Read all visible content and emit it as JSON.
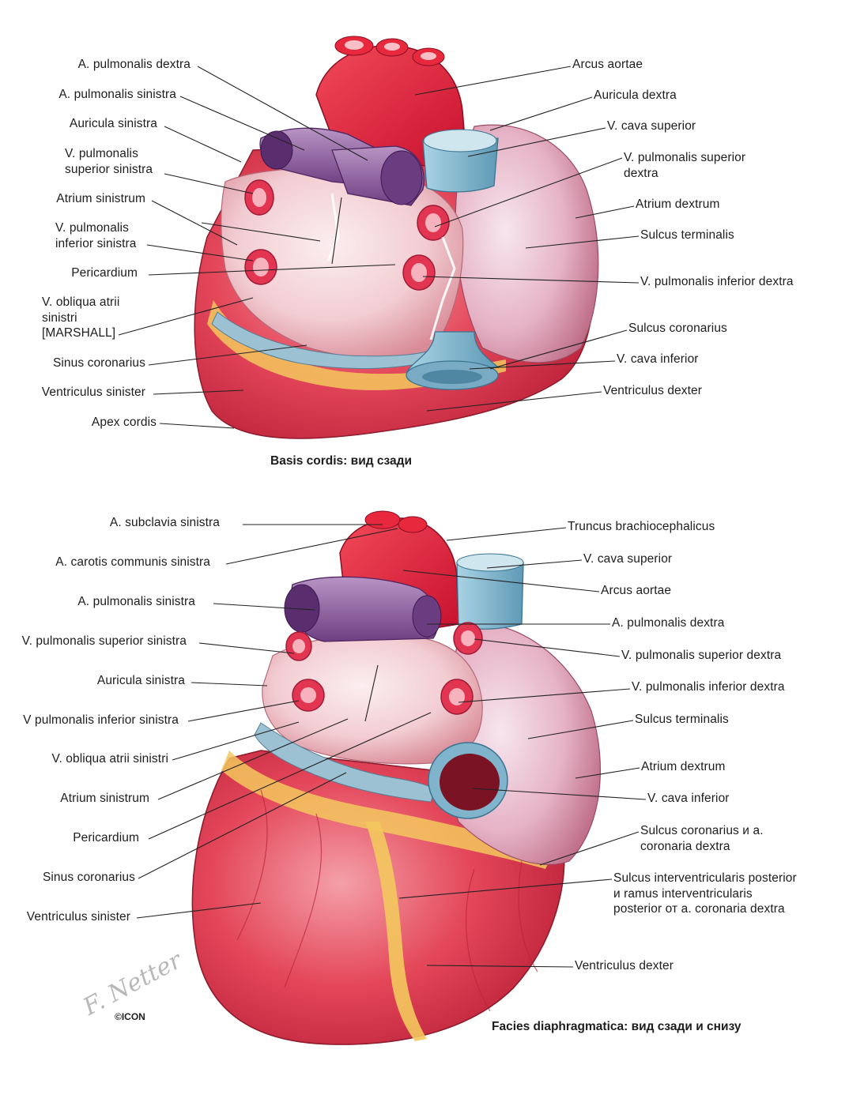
{
  "top": {
    "caption_bold": "Basis cordis:",
    "caption_rest": " вид сзади",
    "left_labels": [
      "A. pulmonalis dextra",
      "A. pulmonalis sinistra",
      "Auricula sinistra",
      "V. pulmonalis\nsuperior sinistra",
      "Atrium sinistrum",
      "V. pulmonalis\ninferior sinistra",
      "Pericardium",
      "V. obliqua atrii\nsinistri\n[MARSHALL]",
      "Sinus coronarius",
      "Ventriculus sinister",
      "Apex cordis"
    ],
    "right_labels": [
      "Arcus aortae",
      "Auricula dextra",
      "V. cava superior",
      "V. pulmonalis superior\ndextra",
      "Atrium dextrum",
      "Sulcus terminalis",
      "V. pulmonalis inferior dextra",
      "Sulcus coronarius",
      "V. cava inferior",
      "Ventriculus dexter"
    ]
  },
  "bottom": {
    "caption_bold": "Facies diaphragmatica:",
    "caption_rest": " вид сзади и снизу",
    "left_labels": [
      "A. subclavia sinistra",
      "A. carotis communis sinistra",
      "A. pulmonalis sinistra",
      "V. pulmonalis superior sinistra",
      "Auricula sinistra",
      "V pulmonalis inferior sinistra",
      "V. obliqua atrii sinistri",
      "Atrium sinistrum",
      "Pericardium",
      "Sinus coronarius",
      "Ventriculus sinister"
    ],
    "right_labels": [
      "Truncus brachiocephalicus",
      "V. cava superior",
      "Arcus aortae",
      "A. pulmonalis dextra",
      "V. pulmonalis superior dextra",
      "V. pulmonalis inferior dextra",
      "Sulcus terminalis",
      "Atrium dextrum",
      "V. cava inferior",
      "Sulcus coronarius и a.\ncoronaria dextra",
      "Sulcus interventricularis posterior\nи ramus interventricularis\nposterior от a. coronaria dextra",
      "Ventriculus dexter"
    ]
  },
  "signature_text": "F. Netter",
  "logo_text": "©ICON",
  "colors": {
    "myocardium": "#e0344c",
    "myocardium_light": "#f08a94",
    "aorta": "#e8283c",
    "pulmonary_artery": "#8c5a9a",
    "vena_cava": "#7fb4cc",
    "pericardium": "#f2dde0",
    "fat": "#f3c85e",
    "atrium": "#f6d4d8",
    "vein_opening": "#e23552"
  }
}
